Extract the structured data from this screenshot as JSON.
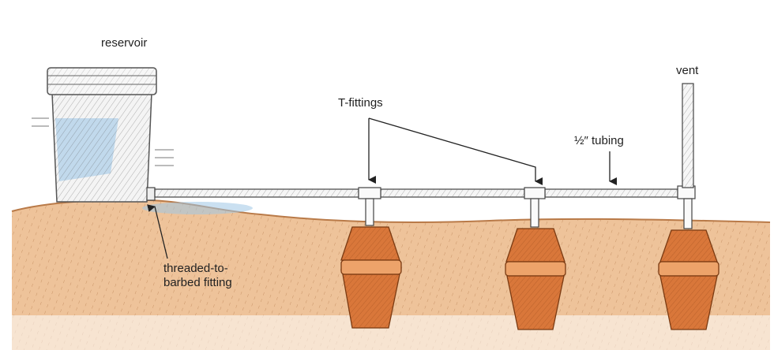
{
  "labels": {
    "reservoir": "reservoir",
    "vent": "vent",
    "t_fittings": "T-fittings",
    "tubing": "½″ tubing",
    "fitting_line1": "threaded-to-",
    "fitting_line2": "barbed fitting"
  },
  "colors": {
    "soil": "#e9b98a",
    "soil_dark": "#c98a55",
    "clay_pot": "#d9773a",
    "clay_pot_light": "#eda36a",
    "tube": "#f6f6f6",
    "tube_shade": "#b0b0b0",
    "water": "#9fc6e6",
    "ink": "#333333"
  }
}
